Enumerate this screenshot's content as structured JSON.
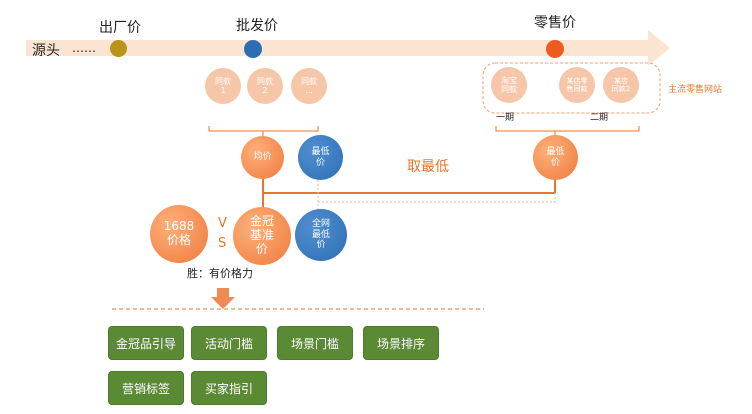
{
  "stages": {
    "source": "源头",
    "ellipsis": "……",
    "factory": "出厂价",
    "wholesale": "批发价",
    "retail": "零售价"
  },
  "wholesale_items": [
    "同款\n1",
    "同款\n2",
    "同款\n..."
  ],
  "retail_items": [
    "淘宝\n同款",
    "某店零\n售同款",
    "某店\n同款2"
  ],
  "retail_note": "主流零售网站",
  "period1": "一期",
  "period2": "二期",
  "avg_price": "均价",
  "min_price_left": "最低\n价",
  "min_price_right": "最低\n价",
  "take_min": "取最低",
  "price_1688": "1688\n价格",
  "vs_v": "V",
  "vs_s": "S",
  "gold_price": "金冠\n基准\n价",
  "net_min_price": "全网\n最低\n价",
  "winner": "胜：有价格力",
  "actions": [
    "金冠品引导",
    "活动门槛",
    "场景门槛",
    "场景排序",
    "营销标签",
    "买家指引"
  ],
  "colors": {
    "arrow_band": "#fbe5d2",
    "factory_dot": "#b8941a",
    "wholesale_dot": "#2d6db4",
    "retail_dot": "#ef5a1e",
    "orange_line": "#e8742e",
    "green": "#5b8a35",
    "peach": "#f6c6a8"
  }
}
